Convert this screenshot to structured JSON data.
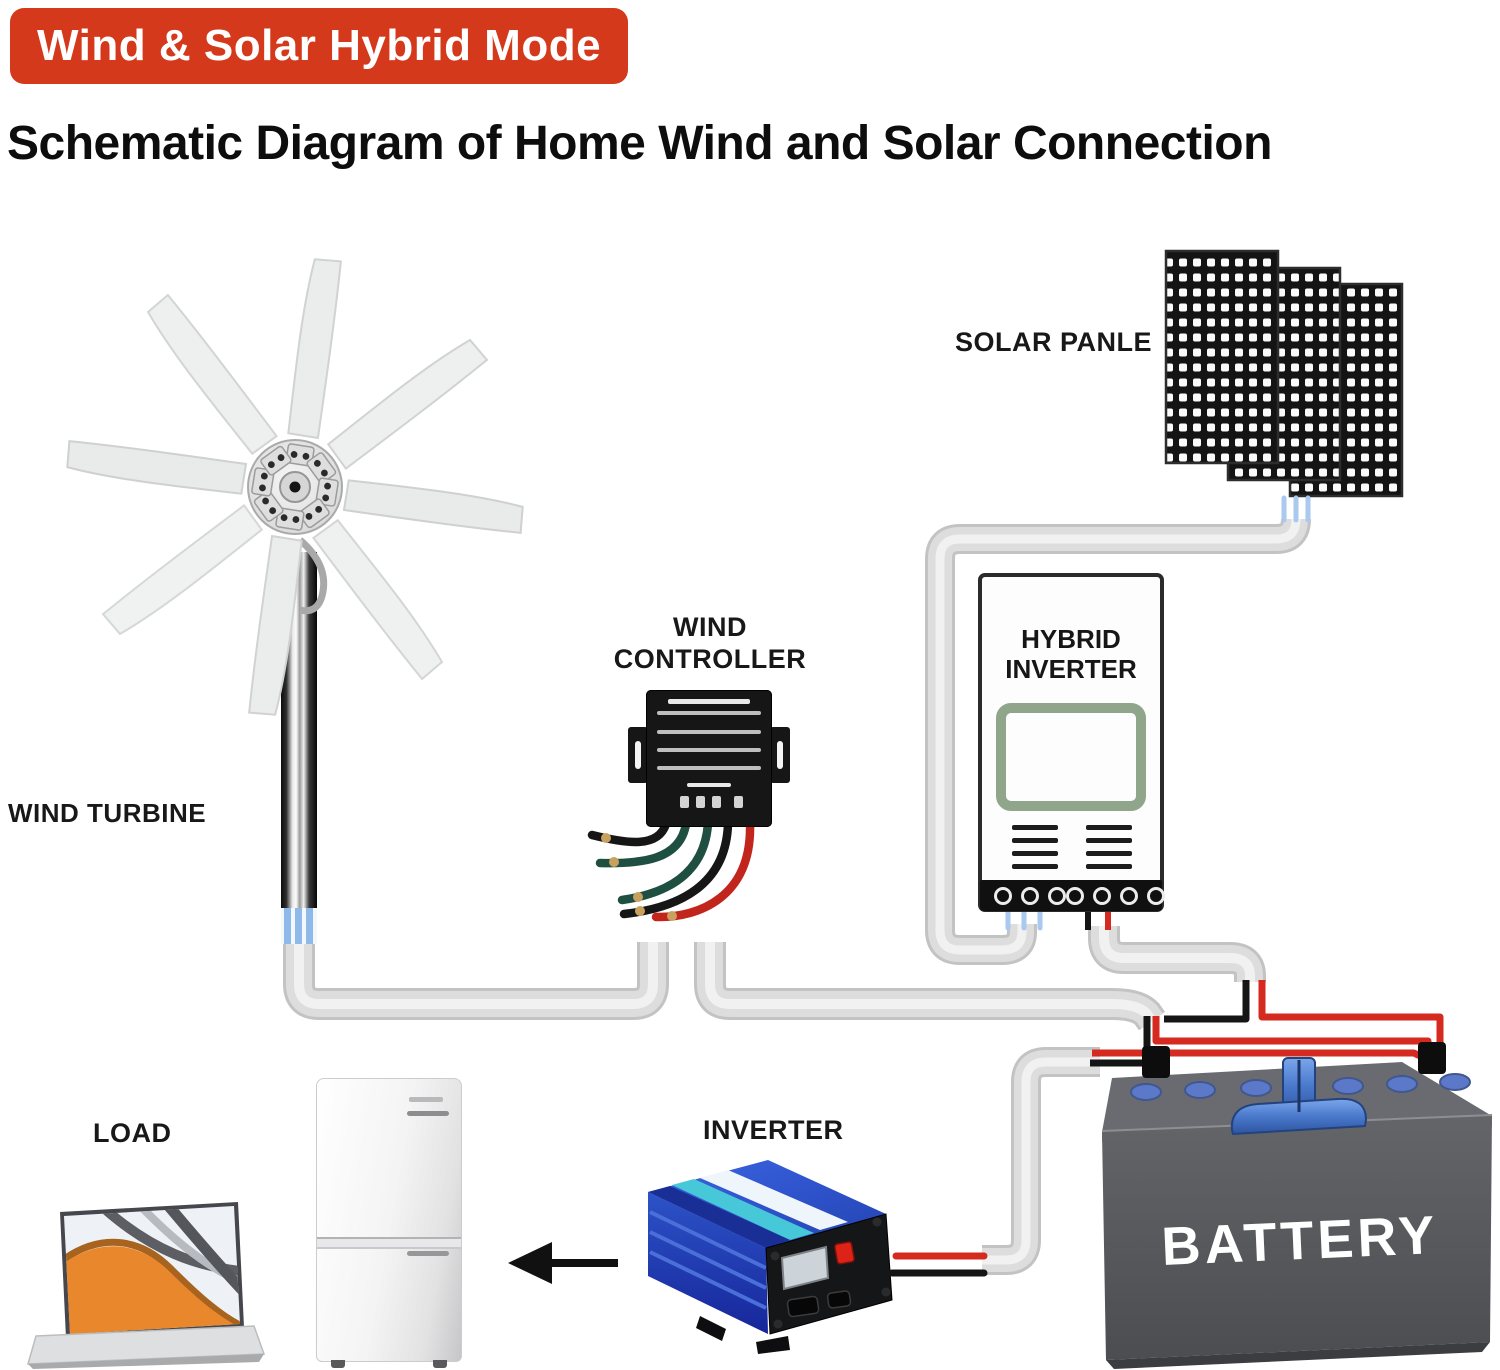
{
  "banner": {
    "label": "Wind & Solar Hybrid Mode"
  },
  "heading": "Schematic Diagram of Home Wind and Solar Connection",
  "components": {
    "wind_turbine": {
      "label": "WIND TURBINE"
    },
    "wind_controller": {
      "label": "WIND CONTROLLER"
    },
    "solar_panel": {
      "label": "SOLAR PANLE"
    },
    "hybrid_inverter": {
      "label": "HYBRID INVERTER"
    },
    "inverter": {
      "label": "INVERTER"
    },
    "load": {
      "label": "LOAD"
    },
    "battery": {
      "label": "BATTERY"
    }
  },
  "colors": {
    "banner_bg": "#d5391b",
    "tube_gray": "#dddddd",
    "wire_red": "#d42a20",
    "wire_black": "#151515",
    "wire_green": "#1e4f41",
    "wire_blue": "#a9c9ef",
    "battery_gray": "#5c5d61",
    "battery_cap_blue": "#5b79c8",
    "inverter_blue": "#2f5cd8",
    "hybrid_screen_green": "#8fa68b"
  }
}
